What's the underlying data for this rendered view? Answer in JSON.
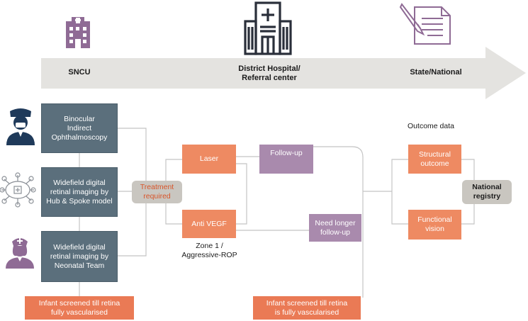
{
  "colors": {
    "arrow": "#e4e3e0",
    "slate": "#5b6f7c",
    "orange": "#ee8a62",
    "purple": "#a98aad",
    "grey": "#c9c6c0",
    "connector": "#c4c4c4",
    "icon_purple": "#8f6b95",
    "icon_dark": "#2a2f3a",
    "treatment_text": "#d8552a",
    "registry_text": "#1e1e1e"
  },
  "icons": {
    "sncu": "hospital-building-icon",
    "district": "district-hospital-icon",
    "state": "document-pen-icon",
    "doctor": "doctor-avatar-icon",
    "hub": "hub-spoke-network-icon",
    "nurse": "nurse-avatar-icon"
  },
  "stages": {
    "sncu": "SNCU",
    "district": "District Hospital/\nReferral center",
    "state": "State/National"
  },
  "screening": {
    "bio": "Binocular\nIndirect\nOphthalmoscopy",
    "hub": "Widefield digital\nretinal imaging by\nHub & Spoke model",
    "neo": "Widefield digital\nretinal imaging by\nNeonatal Team",
    "infant_left": "Infant screened till retina\nfully vascularised"
  },
  "treatment": {
    "required": "Treatment\nrequired",
    "laser": "Laser",
    "antivegf": "Anti VEGF",
    "zone_note": "Zone 1 /\nAggressive-ROP",
    "followup": "Follow-up",
    "longer_followup": "Need longer\nfollow-up",
    "infant_mid": "Infant screened till retina\nis fully vascularised"
  },
  "outcome": {
    "header": "Outcome data",
    "structural": "Structural\noutcome",
    "functional": "Functional\nvision",
    "registry": "National\nregistry"
  }
}
